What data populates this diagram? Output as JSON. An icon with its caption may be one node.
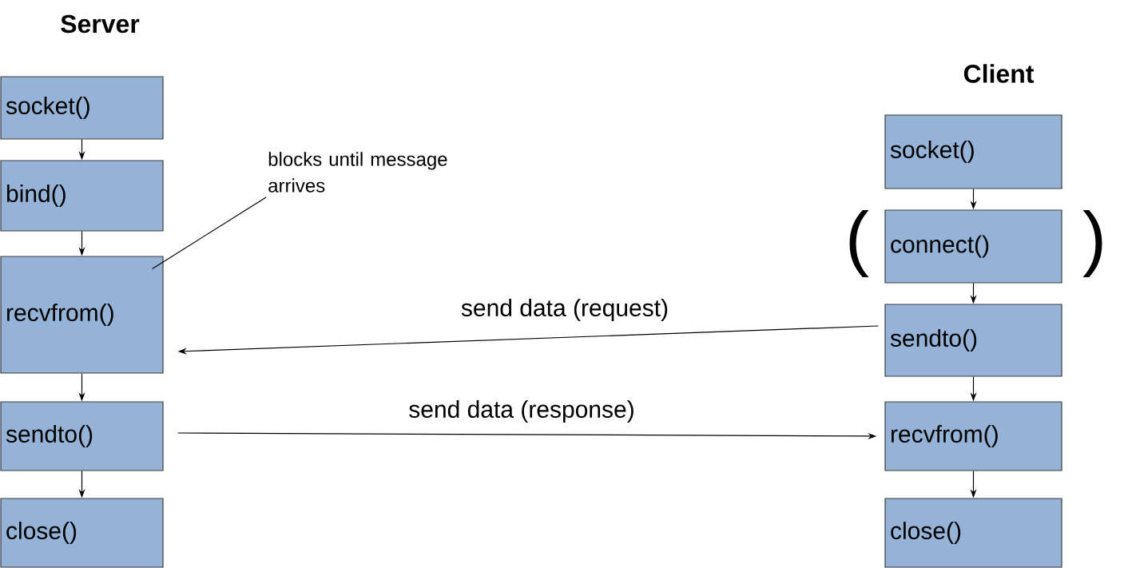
{
  "diagram": {
    "nodes": [
      {
        "text": [
          "socket()"
        ]
      },
      {
        "text": [
          "bind()"
        ]
      },
      {
        "text": [
          "recvfrom()"
        ]
      },
      {
        "text": [
          "sendto()"
        ]
      },
      {
        "text": [
          "close()"
        ]
      },
      {
        "text": [
          "socket()"
        ]
      },
      {
        "text": [
          "connect()"
        ]
      },
      {
        "text": [
          "sendto()"
        ]
      },
      {
        "text": [
          "recvfrom()"
        ]
      },
      {
        "text": [
          "close()"
        ]
      },
      {
        "text": [
          "blocks until message arrives"
        ]
      }
    ],
    "edges": [
      {
        "from": 0,
        "to": 1,
        "arrow": "to"
      },
      {
        "from": 1,
        "to": 2,
        "arrow": "to"
      },
      {
        "from": 2,
        "to": 3,
        "arrow": "to"
      },
      {
        "from": 3,
        "to": 4,
        "arrow": "to"
      },
      {
        "from": 5,
        "to": 6,
        "arrow": "to"
      },
      {
        "from": 6,
        "to": 7,
        "arrow": "to"
      },
      {
        "from": 7,
        "to": 8,
        "arrow": "to"
      },
      {
        "from": 8,
        "to": 9,
        "arrow": "to"
      },
      {
        "from": 7,
        "to": 2,
        "arrow": "to",
        "label": "send data (request)"
      },
      {
        "from": 3,
        "to": 8,
        "arrow": "to",
        "label": "send data (response)"
      },
      {
        "from": 10,
        "to": 2,
        "arrow": "none"
      }
    ],
    "labels": [
      "Server",
      "Client",
      "(",
      ")"
    ]
  }
}
